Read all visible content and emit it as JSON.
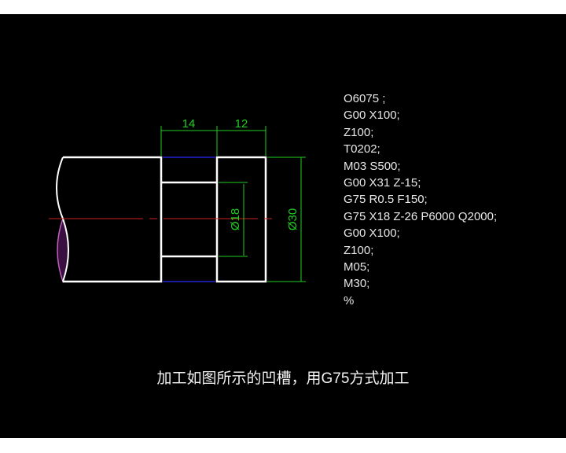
{
  "drawing": {
    "dimensions": {
      "groove_width": "14",
      "end_width": "12",
      "groove_diameter": "Ø18",
      "outer_diameter": "Ø30"
    },
    "colors": {
      "outline": "#ffffff",
      "dimension": "#22cc22",
      "centerline": "#cc2222",
      "hidden": "#1a1aa0",
      "hatch": "#c060c0"
    }
  },
  "program": {
    "lines": [
      "O6075 ;",
      "G00 X100;",
      "Z100;",
      "T0202;",
      "M03 S500;",
      "G00 X31 Z-15;",
      "G75 R0.5 F150;",
      "G75 X18 Z-26 P6000 Q2000;",
      "G00 X100;",
      "Z100;",
      "M05;",
      "M30;",
      "%"
    ]
  },
  "subtitle": "加工如图所示的凹槽，用G75方式加工"
}
